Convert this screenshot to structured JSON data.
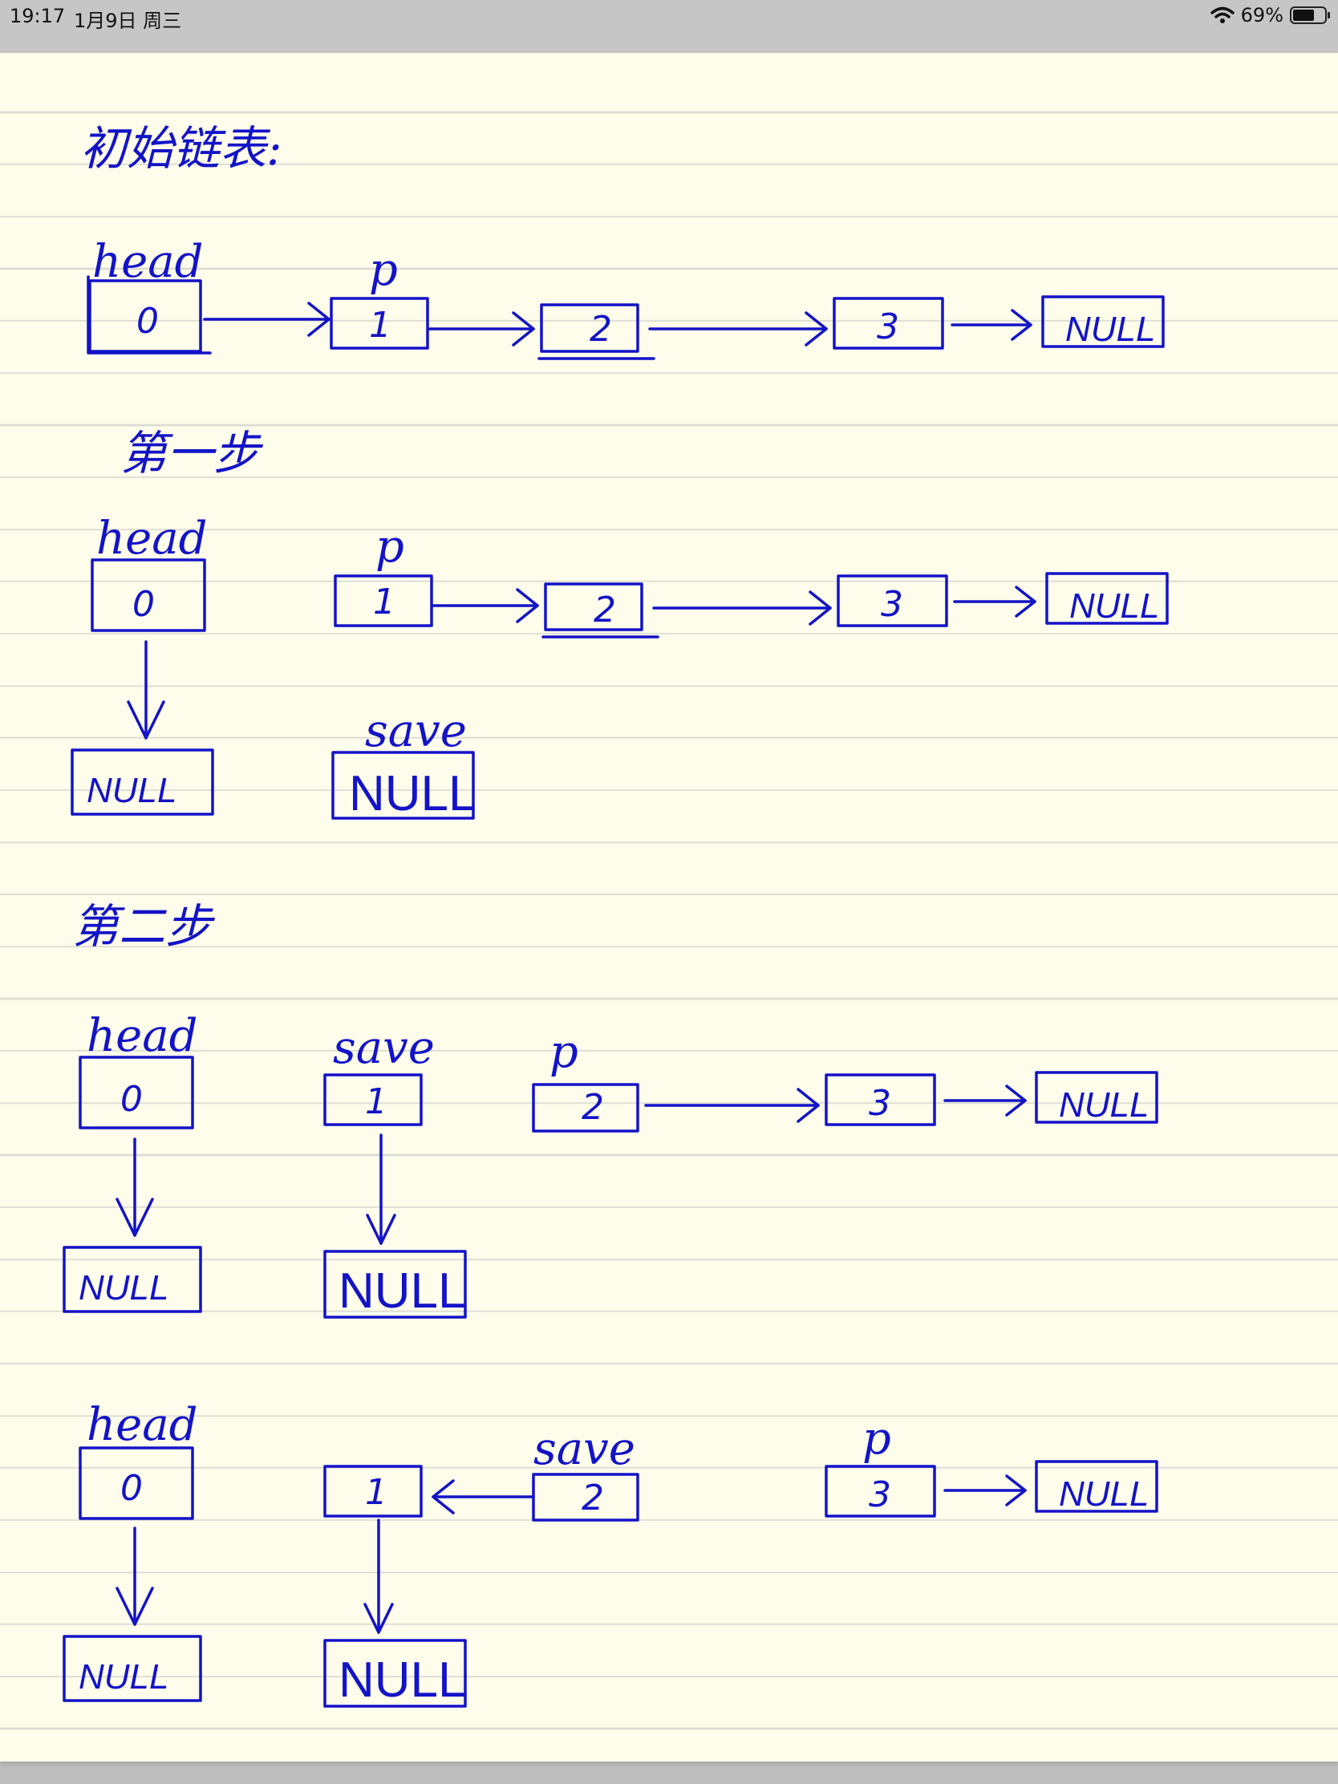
{
  "status_bar": {
    "time": "19:17",
    "date": "1月9日 周三",
    "battery": "69%",
    "battery_level": 0.69
  },
  "note": {
    "title": "初始链表:",
    "step1": "第一步",
    "step2": "第二步",
    "labels": {
      "head": "head",
      "p": "p",
      "save": "save",
      "null": "NULL"
    },
    "values": [
      "0",
      "1",
      "2",
      "3"
    ],
    "ink_color": "#1313c8",
    "paper_color": "#fefdec"
  }
}
